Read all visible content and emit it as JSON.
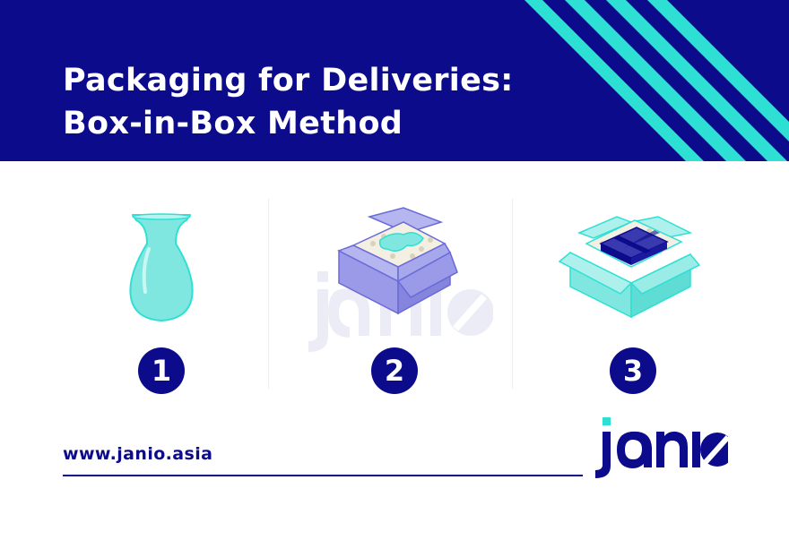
{
  "header": {
    "title_line1": "Packaging for Deliveries:",
    "title_line2": "Box-in-Box Method"
  },
  "steps": [
    {
      "number": "1",
      "icon": "vase-icon"
    },
    {
      "number": "2",
      "icon": "box-with-wrapped-item-icon"
    },
    {
      "number": "3",
      "icon": "box-in-box-icon"
    }
  ],
  "footer": {
    "url": "www.janio.asia"
  },
  "logo": {
    "text": "janio"
  },
  "colors": {
    "navy": "#0b0b8c",
    "teal": "#2ee0d4",
    "lavender": "#9a9ae8",
    "aqua": "#7fe6e0"
  }
}
